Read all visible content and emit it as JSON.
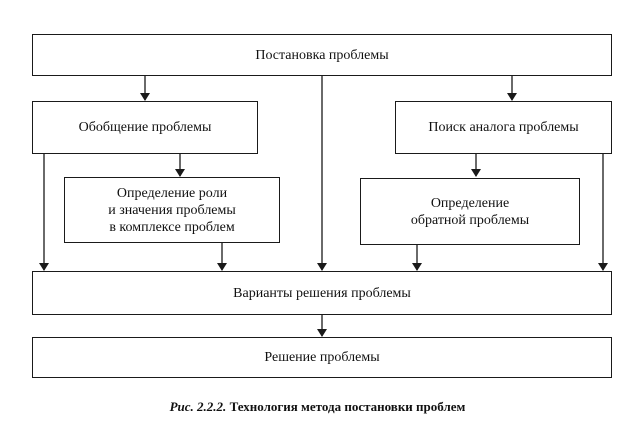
{
  "boxes": {
    "problem_statement": "Постановка проблемы",
    "generalization": "Обобщение проблемы",
    "analog_search": "Поиск аналога проблемы",
    "role_definition": "Определение роли\nи значения проблемы\nв комплексе проблем",
    "inverse_problem": "Определение\nобратной проблемы",
    "solution_variants": "Варианты решения проблемы",
    "solution": "Решение проблемы"
  },
  "caption": {
    "number": "Рис. 2.2.2.",
    "text": "Технология метода постановки проблем"
  }
}
